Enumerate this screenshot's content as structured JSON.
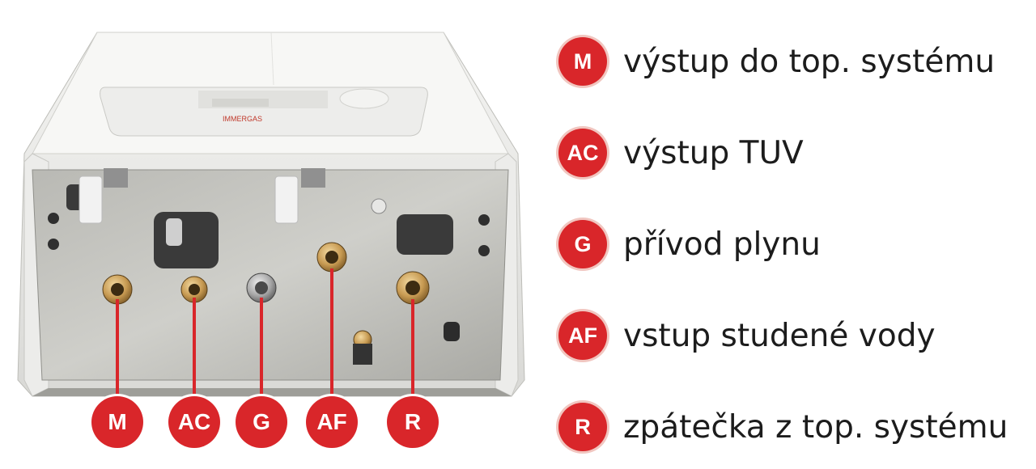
{
  "legend": {
    "items": [
      {
        "code": "M",
        "label": "výstup do top. systému"
      },
      {
        "code": "AC",
        "label": "výstup TUV"
      },
      {
        "code": "G",
        "label": "přívod plynu"
      },
      {
        "code": "AF",
        "label": "vstup studené vody"
      },
      {
        "code": "R",
        "label": "zpátečka z top. systému"
      }
    ]
  },
  "connectors": [
    "M",
    "AC",
    "G",
    "AF",
    "R"
  ],
  "device": {
    "brand": "IMMERGAS"
  },
  "colors": {
    "accent": "#d9262a",
    "text": "#1c1c1c"
  }
}
